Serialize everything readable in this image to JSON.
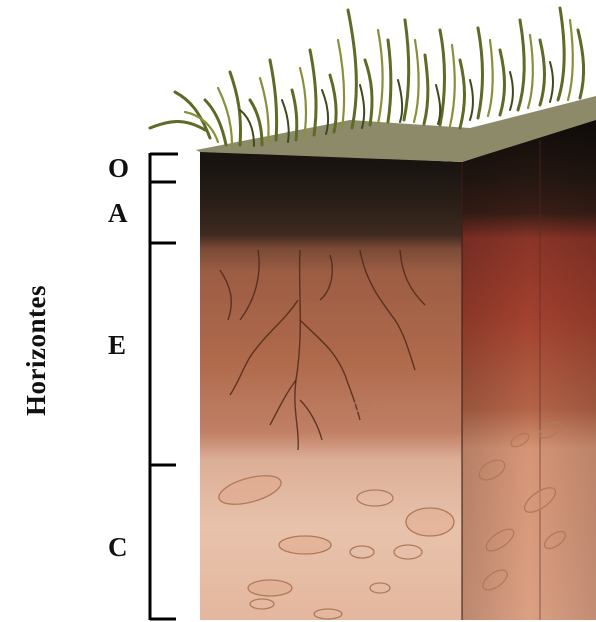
{
  "diagram": {
    "axis_title": "Horizontes",
    "horizons": [
      {
        "label": "O"
      },
      {
        "label": "A"
      },
      {
        "label": "E"
      },
      {
        "label": "C"
      }
    ],
    "colors": {
      "grass": "#6b6a2a",
      "organic_layer": "#1c1612",
      "topsoil": "#2e1f19",
      "eluvial_front": "#b06a4c",
      "eluvial_side": "#9a3e2e",
      "subsoil_front": "#e4b79e",
      "subsoil_side": "#d69577",
      "roots": "#4a2414",
      "bracket": "#000000"
    }
  }
}
